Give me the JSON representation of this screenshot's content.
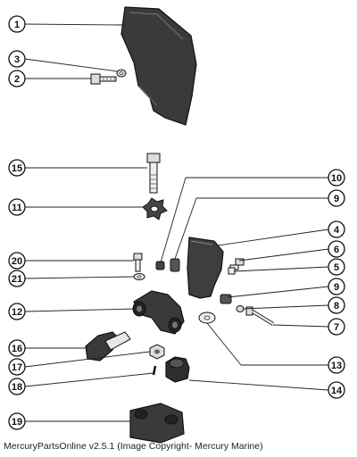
{
  "diagram": {
    "callouts": [
      {
        "id": "c1",
        "label": "1"
      },
      {
        "id": "c2",
        "label": "2"
      },
      {
        "id": "c3",
        "label": "3"
      },
      {
        "id": "c4",
        "label": "4"
      },
      {
        "id": "c5",
        "label": "5"
      },
      {
        "id": "c6",
        "label": "6"
      },
      {
        "id": "c7",
        "label": "7"
      },
      {
        "id": "c8",
        "label": "8"
      },
      {
        "id": "c9a",
        "label": "9"
      },
      {
        "id": "c9b",
        "label": "9"
      },
      {
        "id": "c10",
        "label": "10"
      },
      {
        "id": "c11",
        "label": "11"
      },
      {
        "id": "c12",
        "label": "12"
      },
      {
        "id": "c13",
        "label": "13"
      },
      {
        "id": "c14",
        "label": "14"
      },
      {
        "id": "c15",
        "label": "15"
      },
      {
        "id": "c16",
        "label": "16"
      },
      {
        "id": "c17",
        "label": "17"
      },
      {
        "id": "c18",
        "label": "18"
      },
      {
        "id": "c19",
        "label": "19"
      },
      {
        "id": "c20",
        "label": "20"
      },
      {
        "id": "c21",
        "label": "21"
      }
    ]
  },
  "caption": "MercuryPartsOnline v2.5.1 (Image Copyright- Mercury Marine)"
}
